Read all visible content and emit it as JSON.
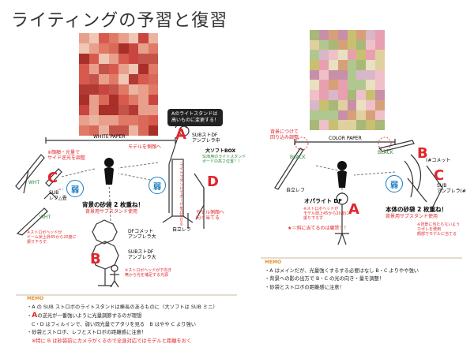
{
  "title": "ライティングの予習と復習",
  "colors": {
    "accent_red": "#e1262c",
    "memo_head": "#e0932f",
    "accent_blue": "#1a7cc3",
    "line": "#333333"
  },
  "left": {
    "paper_label": "WHITE PAPER",
    "bubble_line1": "Aのライトスタンドは",
    "bubble_line2": "高いものに変更する！",
    "label_A": "A",
    "label_B": "B",
    "label_C": "C",
    "label_D": "D",
    "sub_df_1": "SUBストDF",
    "sub_df_2": "アンブレラ中",
    "model_side": "モデルを側顔へ",
    "big_soft_box": "大ソフトBOX",
    "sub_stand_1": "SUB用のライトスタンド",
    "sub_stand_2": "ボードの高さ位置！！",
    "side_strobe_1": "※顔額・光量で",
    "side_strobe_2": "サイド逆光を調整",
    "wht_1": "WHT",
    "sub_ref_1": "SUB",
    "sub_ref_2": "レフ△畳",
    "wht_2": "WHT",
    "weak_1": "弱",
    "weak_2": "弱",
    "umbrella_vertical": "ライトスタンドでボードを立たせる",
    "model_face_1": "モデル側顔へ",
    "model_face_2": "向く当てる",
    "sandbag_1": "背景の砂袋 2 枚重ね！",
    "sandbag_2": "背景用サブスタンド使用",
    "stand_ref": "自立レフ",
    "strobe_note_1": "※ストロボヘッドが",
    "strobe_note_2": "ドーム状上昇45から20度に",
    "strobe_note_3": "振り下ろす",
    "df_comet_1": "DFコメット",
    "df_comet_2": "アンブレラ大",
    "sub_df_large_1": "SUBストDF",
    "sub_df_large_2": "アンブレラ大",
    "strobe_note2_1": "※ストロボヘッドが下向き",
    "strobe_note2_2": "無から光を補足する光源"
  },
  "right": {
    "paper_label": "COLOR PAPER",
    "bg_note_1": "背景につけて",
    "bg_note_2": "回り込み調整",
    "black_left": "BLACK",
    "black_right": "BLACK",
    "label_A": "A",
    "label_B": "B",
    "label_C": "C",
    "comet": "(#コメット",
    "sub_1": "SUB",
    "sub_2": "アンブレラ(#",
    "stand_ref": "自立レフ",
    "weak": "弱",
    "sandbag_1": "本体の砂袋 2 枚重ね！",
    "sandbag_2": "背景用サブスタンド使用",
    "overlight": "オパライト DF",
    "strobe_note_1": "※ストロボヘッドが",
    "strobe_note_2": "モデル頭上45から20度に",
    "strobe_note_3": "振り下ろす",
    "star_note": "★＝斜に当てるのは厳禁！！",
    "bg_right_note_1": "※背景に当たらないよう",
    "bg_right_note_2": "カポレを使用",
    "bg_right_note_3": "顔部でモデルに当てる"
  },
  "memo_left": {
    "head": "MEMO",
    "line1": "・A の SUB ストロボのライトスタンドは棒長のあるものに（大ソフトは SUB ミニ）",
    "line2_prefix": "・",
    "line2_A": "A",
    "line2_rest": "の逆光が一番強いように光量調節するのが理想",
    "line3": "C・D はフィルインで、弱い同光量でアタリを見る　B はやや C より強い",
    "line4": "・砂袋とストロボ、レフとストロボの距離感に注意！",
    "line5": "※特に B は砂袋前にカメラがくるので全身対応ではモデルと距離をおく"
  },
  "memo_right": {
    "head": "MEMO",
    "line1": "・A はメインだが、光量強くするする必要はなし B・C よりやや強い",
    "line2": "・背景への影の出方で B・C の光の向き・量を調整！",
    "line3": "・砂袋とストロボの距離感に注意！"
  }
}
